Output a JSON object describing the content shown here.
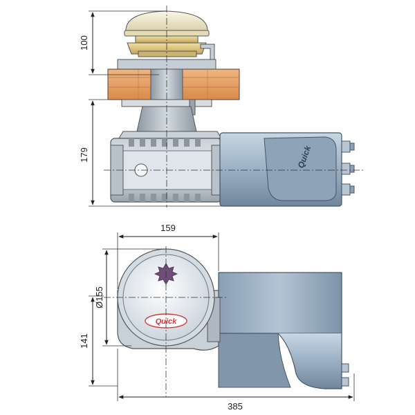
{
  "dimensions": {
    "top_height": "100",
    "body_height": "179",
    "body_width": "159",
    "drum_diameter": "Ø155",
    "side_height": "141",
    "overall_length": "385"
  },
  "branding": {
    "logo_side": "Quick",
    "logo_front": "Quick"
  },
  "colors": {
    "motor_blue": "#9fb4c8",
    "deck_orange": "#e59a5c",
    "gypsy_gold": "#d9c27a",
    "cap_cream": "#f2ecd0",
    "metal_grey": "#b7c0c8",
    "logo_red": "#d8383c"
  }
}
